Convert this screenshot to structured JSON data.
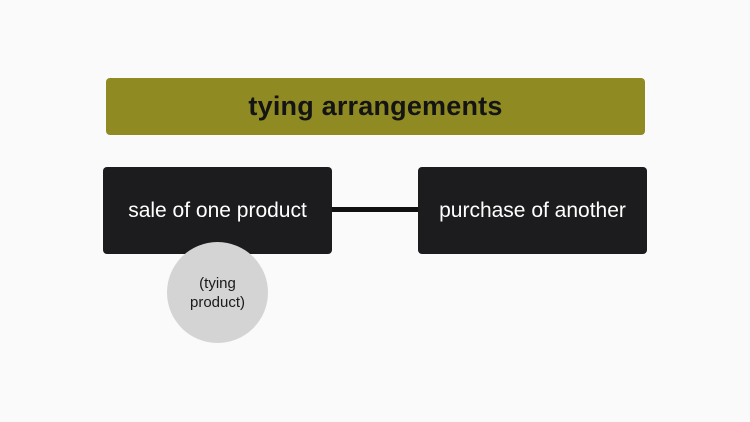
{
  "title": "tying arrangements",
  "nodes": {
    "left": "sale of one product",
    "right": "purchase of another",
    "note_lines": [
      "(tying",
      "product)"
    ]
  },
  "colors": {
    "title_bar": "#8f8b22",
    "node_fill": "#1c1c1e",
    "note_fill": "#d4d4d4",
    "background": "#fafafa"
  }
}
